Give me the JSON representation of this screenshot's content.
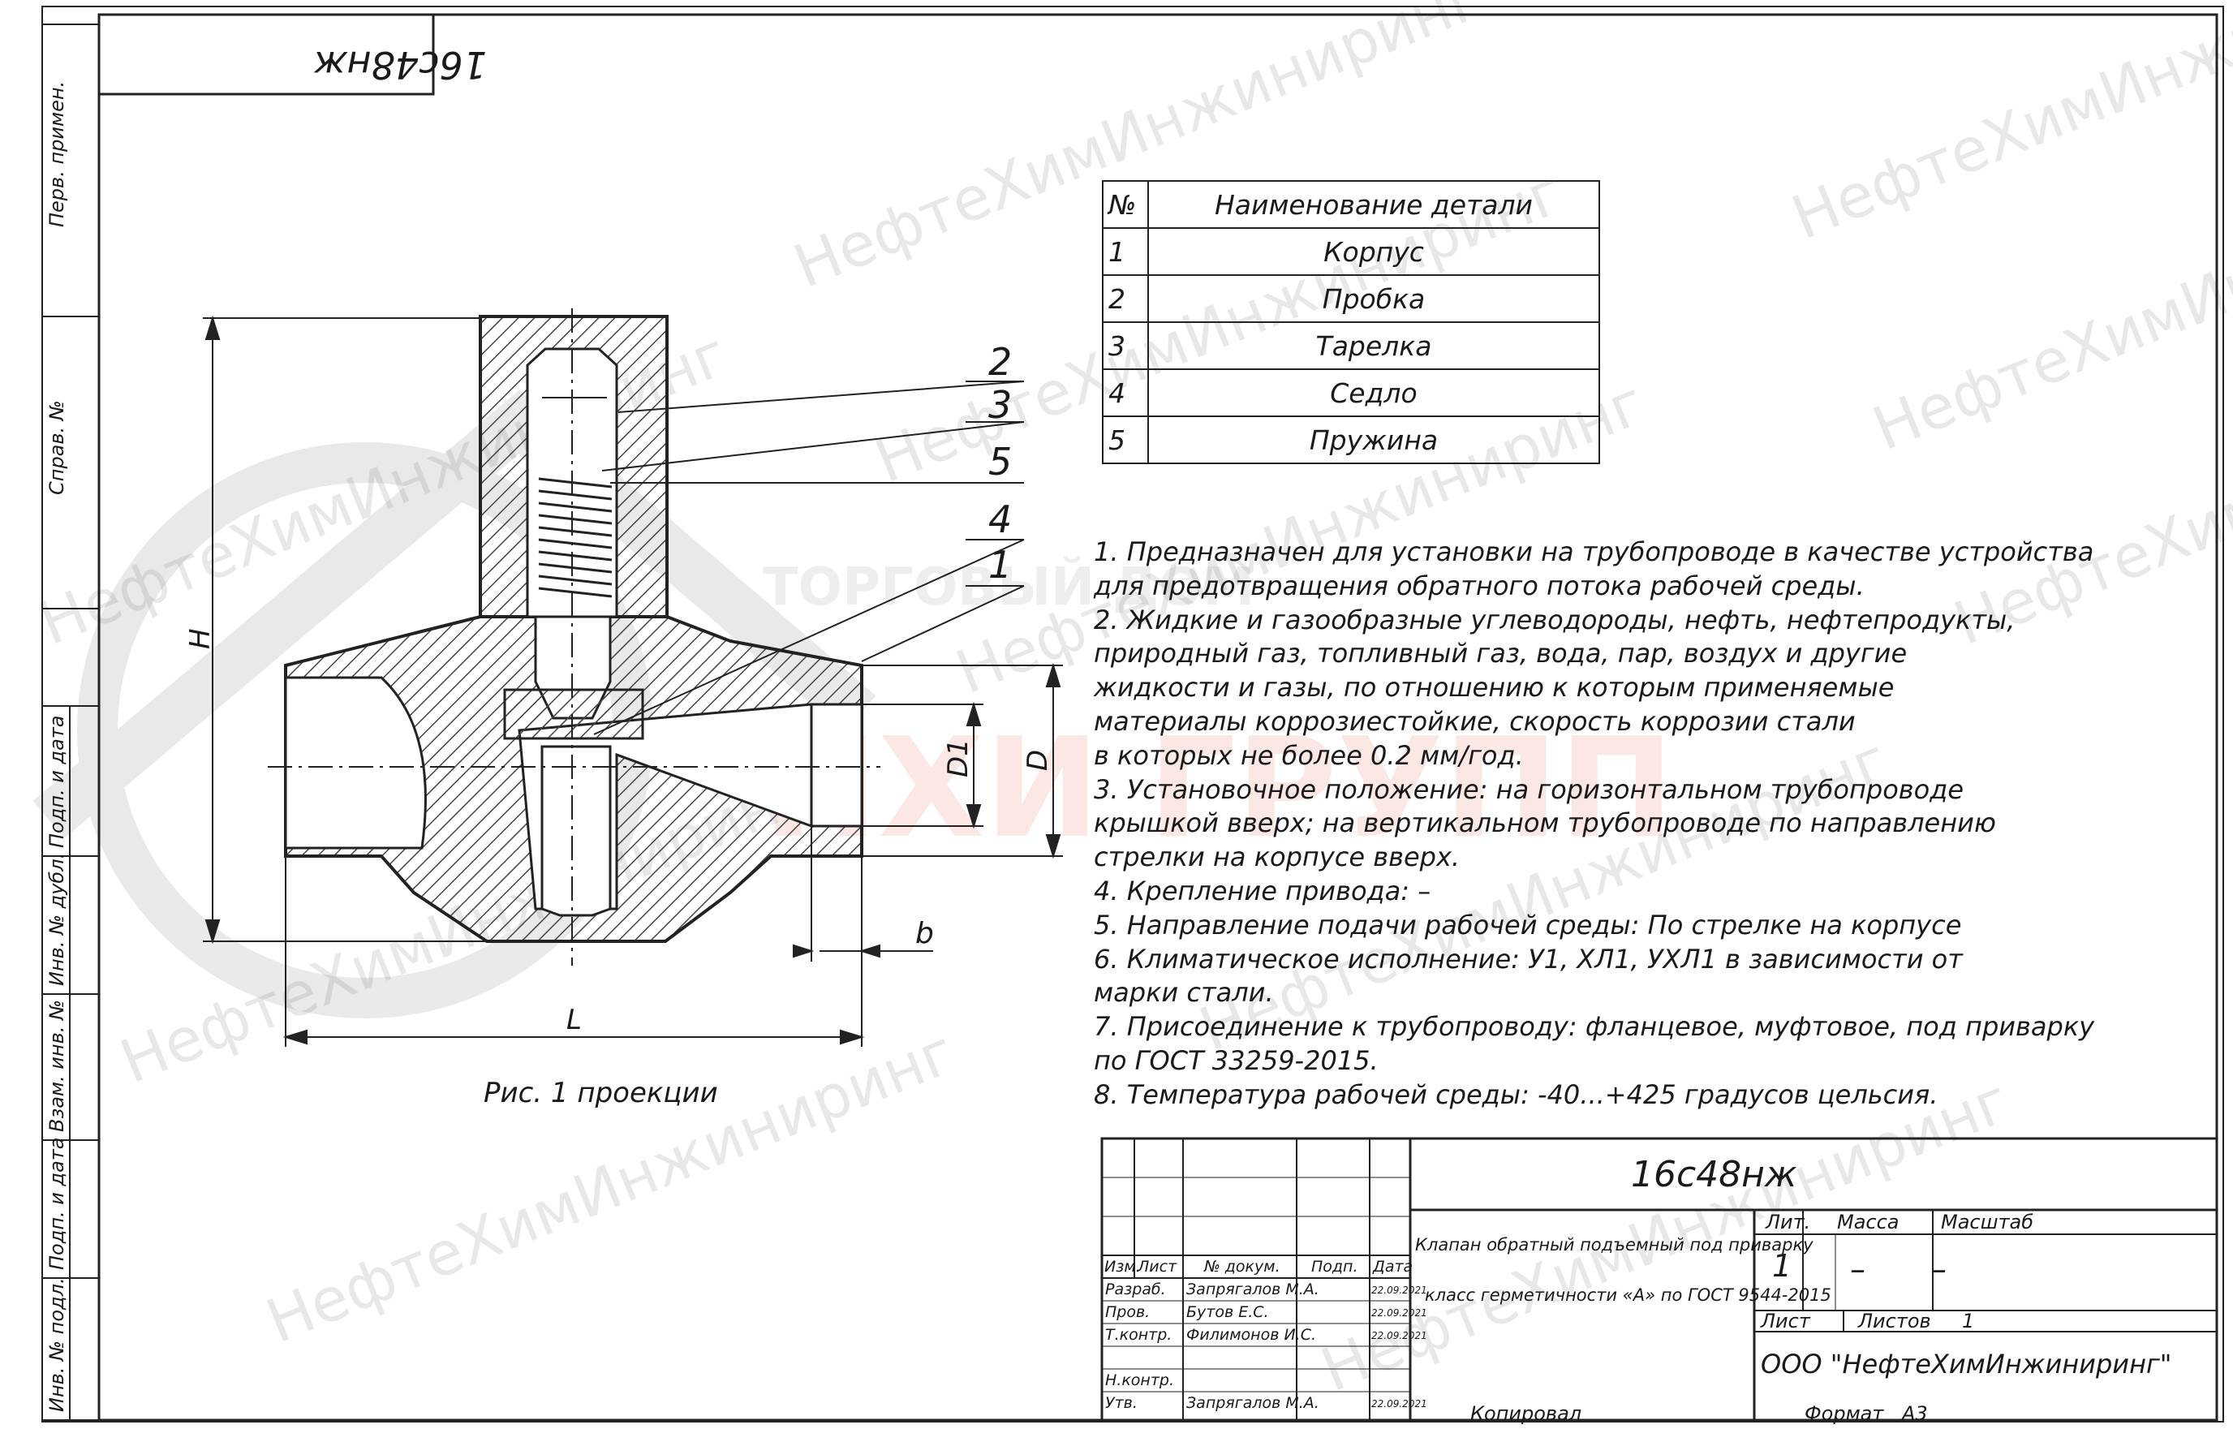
{
  "stamp": {
    "designation_mirrored": "16с48нж"
  },
  "side_stamp": {
    "labels": [
      "Перв. примен.",
      "Справ. №",
      "Подп. и дата",
      "Инв. № дубл.",
      "Взам. инв. №",
      "Подп. и дата",
      "Инв. № подл."
    ]
  },
  "drawing": {
    "leaders": [
      "2",
      "3",
      "5",
      "4",
      "1"
    ],
    "dimensions": {
      "H": "H",
      "L": "L",
      "D": "D",
      "D1": "D1",
      "b": "b"
    },
    "caption": "Рис. 1 проекции"
  },
  "parts_table": {
    "header": {
      "num": "№",
      "name": "Наименование детали"
    },
    "rows": [
      {
        "num": "1",
        "name": "Корпус"
      },
      {
        "num": "2",
        "name": "Пробка"
      },
      {
        "num": "3",
        "name": "Тарелка"
      },
      {
        "num": "4",
        "name": "Седло"
      },
      {
        "num": "5",
        "name": "Пружина"
      }
    ]
  },
  "notes": [
    "1. Предназначен для установки на трубопроводе в качестве устройства",
    "для предотвращения обратного потока рабочей среды.",
    "2. Жидкие и газообразные углеводороды, нефть, нефтепродукты,",
    "природный газ, топливный газ, вода, пар, воздух и другие",
    "жидкости и газы, по отношению к которым применяемые",
    "материалы коррозиестойкие, скорость коррозии стали",
    "в которых не более 0.2 мм/год.",
    "3. Установочное положение: на горизонтальном трубопроводе",
    "крышкой вверх; на вертикальном трубопроводе по направлению",
    "стрелки на корпусе вверх.",
    "4. Крепление привода: –",
    "5. Направление подачи рабочей среды: По стрелке на корпусе",
    "6. Климатическое исполнение: У1, ХЛ1, УХЛ1 в зависимости от",
    "марки стали.",
    "7. Присоединение к трубопроводу: фланцевое, муфтовое, под приварку",
    "по ГОСТ 33259-2015.",
    "8. Температура рабочей среды: -40...+425 градусов цельсия."
  ],
  "title_block": {
    "designation": "16с48нж",
    "headers": {
      "izm": "Изм.",
      "list": "Лист",
      "doc": "№ докум.",
      "sign": "Подп.",
      "date": "Дата"
    },
    "roles": [
      {
        "role": "Разраб.",
        "name": "Запрягалов М.А.",
        "date": "22.09.2021"
      },
      {
        "role": "Пров.",
        "name": "Бутов Е.С.",
        "date": "22.09.2021"
      },
      {
        "role": "Т.контр.",
        "name": "Филимонов И.С.",
        "date": "22.09.2021"
      },
      {
        "role": "",
        "name": "",
        "date": ""
      },
      {
        "role": "Н.контр.",
        "name": "",
        "date": ""
      },
      {
        "role": "Утв.",
        "name": "Запрягалов М.А.",
        "date": "22.09.2021"
      }
    ],
    "name_line1": "Клапан обратный подъемный под приварку",
    "name_line2": "класс герметичности «А» по ГОСТ 9544-2015",
    "lit_label": "Лит.",
    "mass_label": "Масса",
    "scale_label": "Масштаб",
    "lit_value": "1",
    "mass_value": "–",
    "scale_value": "–",
    "sheet_label": "Лист",
    "sheets_label": "Листов",
    "sheets_value": "1",
    "company": "ООО \"НефтеХимИнжиниринг\"",
    "copied": "Копировал",
    "format_label": "Формат",
    "format_value": "А3"
  },
  "watermark": {
    "text": "НефтеХимИнжиниринг",
    "logo_text": "НХИ ГРУПП",
    "logo_subtext": "ТОРГОВЫЙ ДОМ"
  }
}
